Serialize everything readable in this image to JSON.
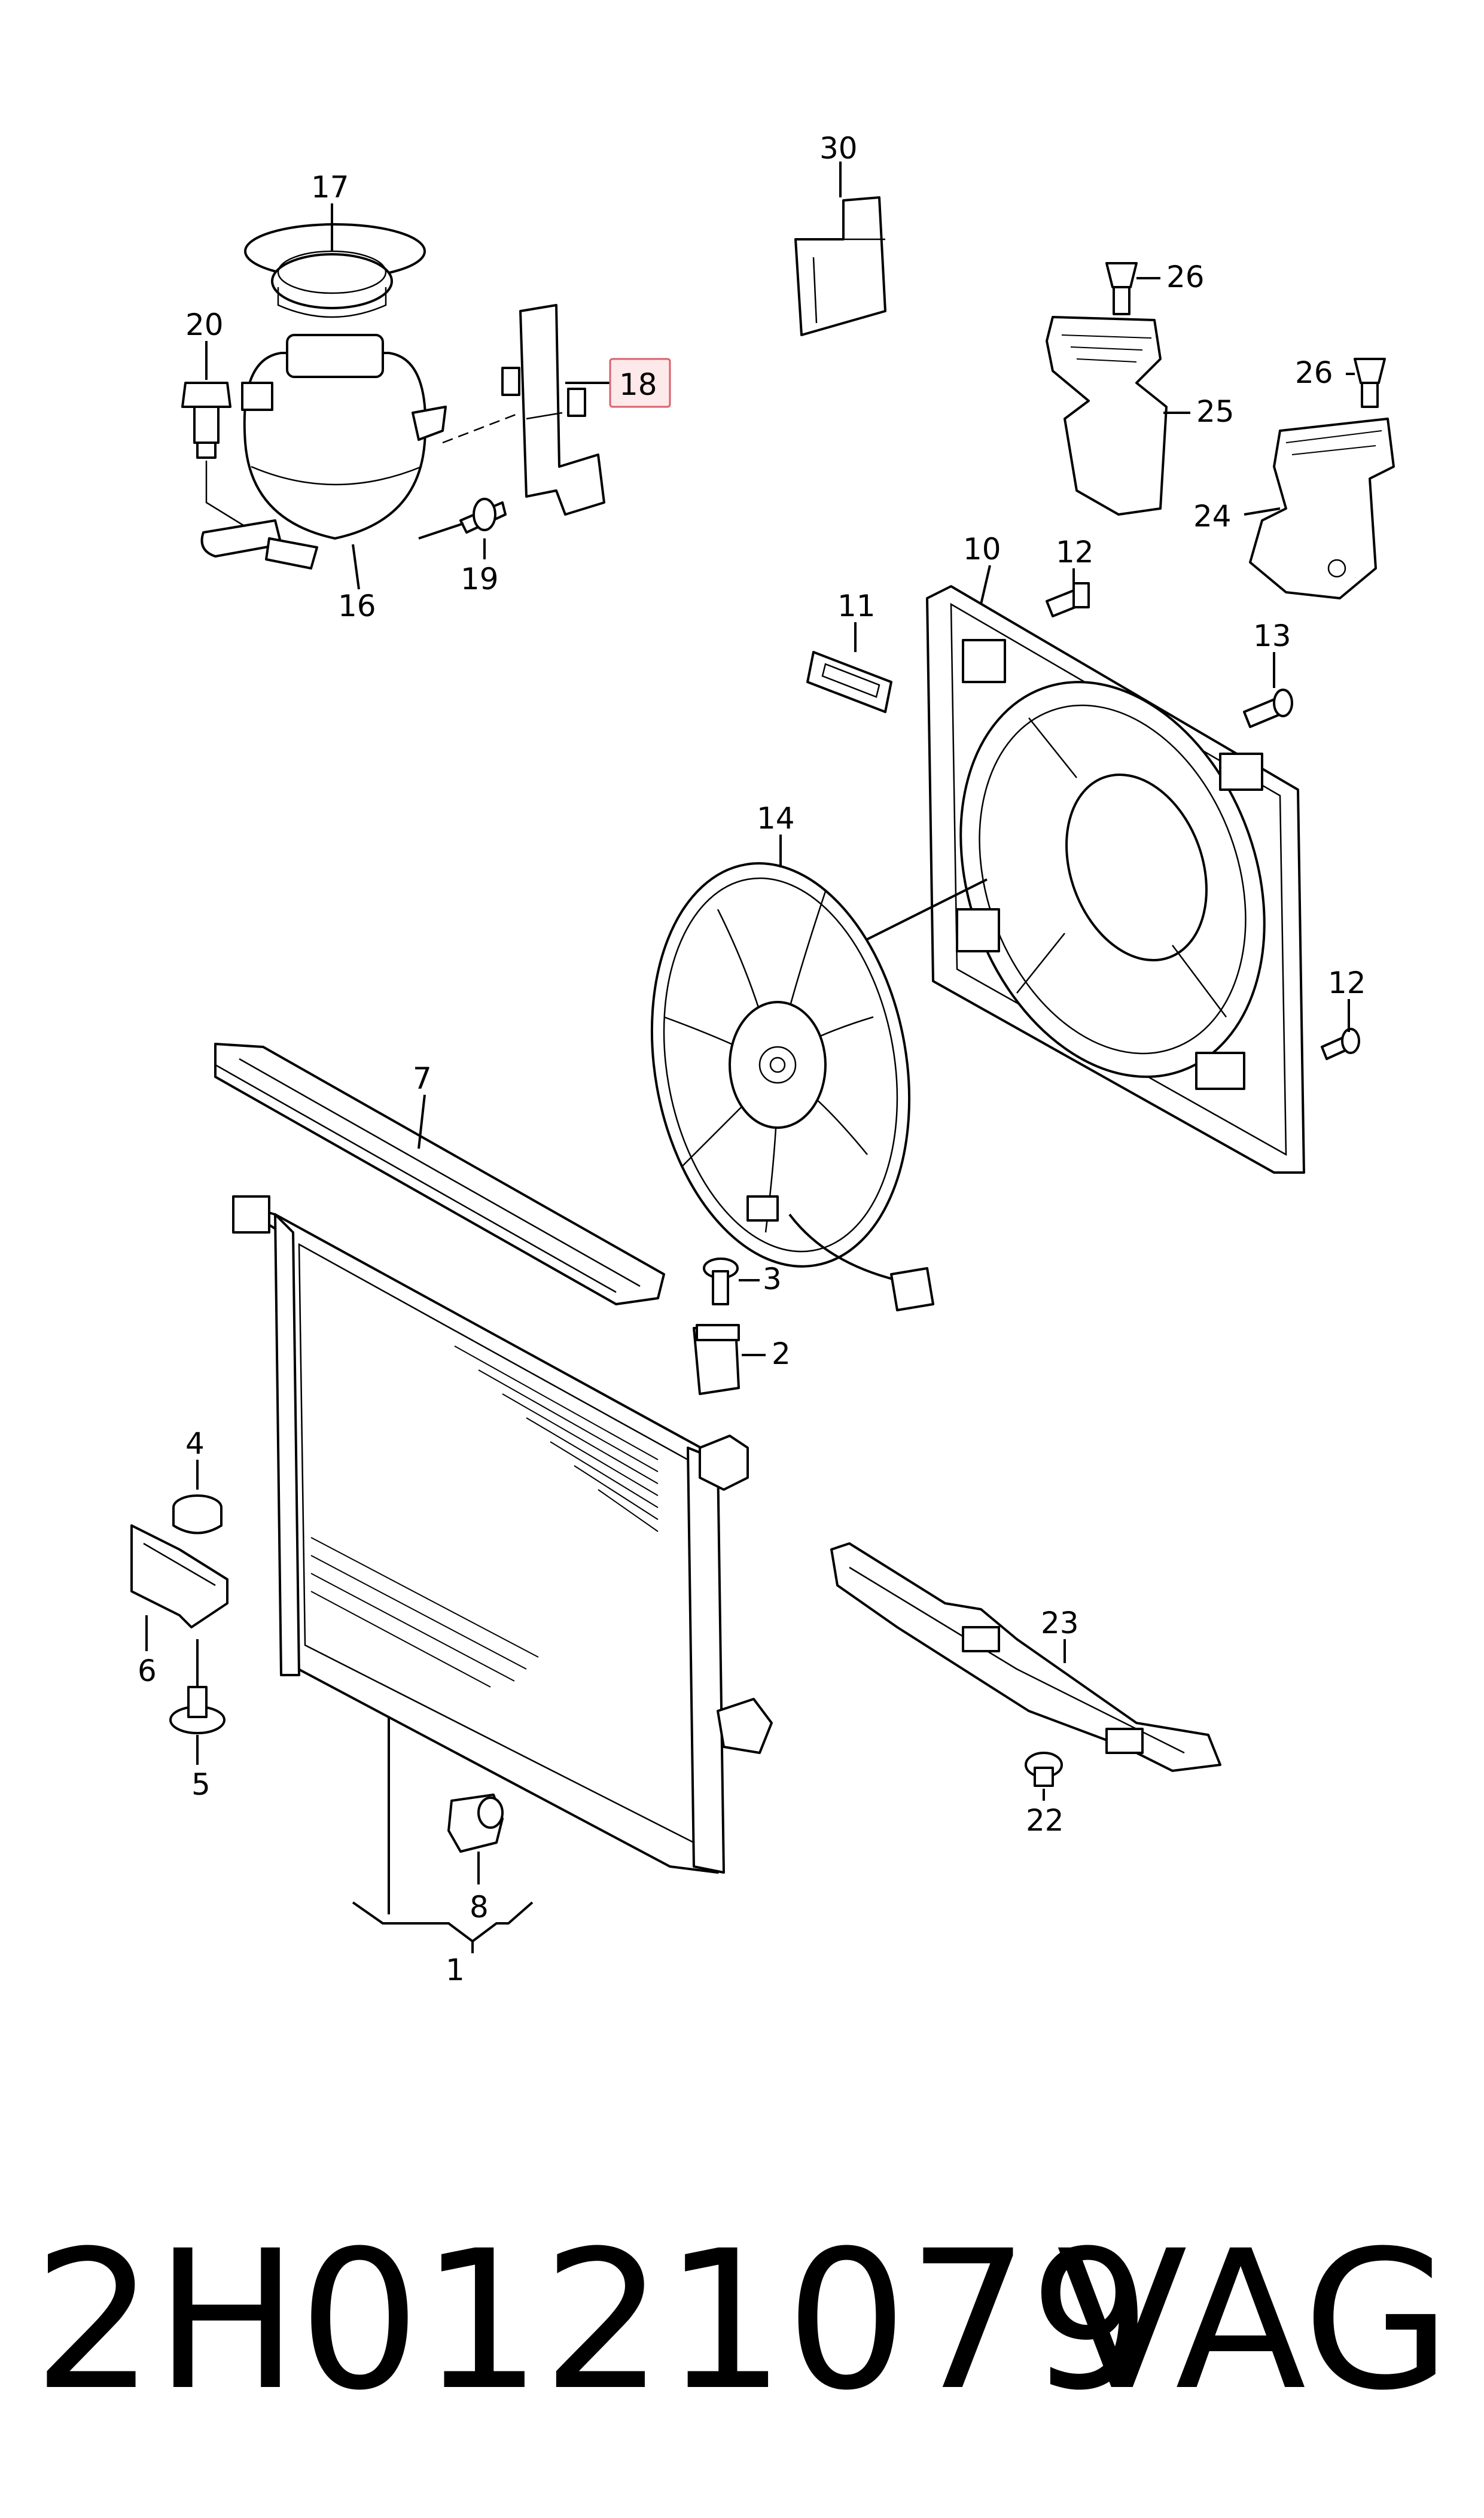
{
  "callouts": [
    "1",
    "2",
    "3",
    "4",
    "5",
    "6",
    "7",
    "8",
    "10",
    "11",
    "12",
    "12",
    "13",
    "14",
    "16",
    "17",
    "18",
    "19",
    "20",
    "22",
    "23",
    "24",
    "25",
    "26",
    "26",
    "30"
  ],
  "highlight": {
    "label": "18",
    "fill": "#fde8ea",
    "stroke": "#d9626d"
  },
  "footer": {
    "part_number": "2H0121079",
    "brand": "VAG"
  }
}
